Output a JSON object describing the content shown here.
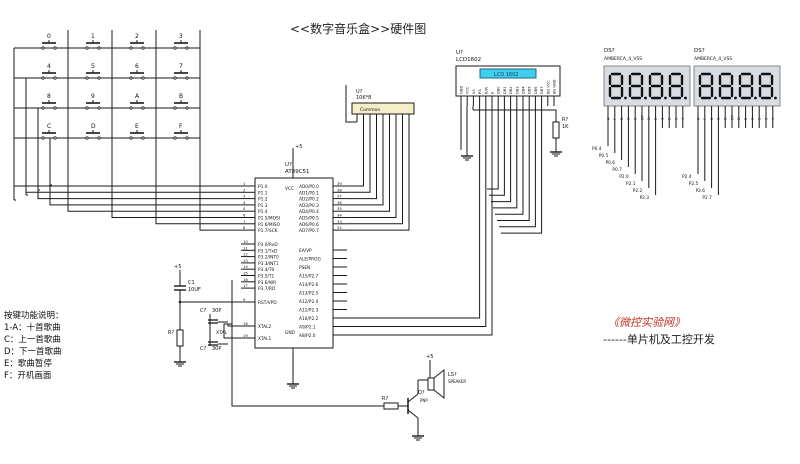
{
  "title": "<<数字音乐盒>>硬件图",
  "keypad": {
    "keys": [
      "0",
      "1",
      "2",
      "3",
      "4",
      "5",
      "6",
      "7",
      "8",
      "9",
      "A",
      "B",
      "C",
      "D",
      "E",
      "F"
    ]
  },
  "mcu": {
    "ref": "U?",
    "name": "AT89C51",
    "left_pins": [
      "P1.0",
      "P1.1",
      "P1.2",
      "P1.3",
      "P1.4",
      "P1.5/MOSI",
      "P1.6/MISO",
      "P1.7/SCK"
    ],
    "left_lower_pins": [
      "P3.0/RxD",
      "P3.1/TxD",
      "P3.2/INT0",
      "P3.3/INT1",
      "P3.4/T0",
      "P3.5/T1",
      "P3.6/WR",
      "P3.7/RD"
    ],
    "right_pins": [
      "AD0/P0.0",
      "AD1/P0.1",
      "AD2/P0.2",
      "AD3/P0.3",
      "AD4/P0.4",
      "AD5/P0.5",
      "AD6/P0.6",
      "AD7/P0.7"
    ],
    "right_lower_pins": [
      "EA/VP",
      "ALE/PROG",
      "PSEN",
      "A15/P2.7",
      "A14/P2.6",
      "A13/P2.5",
      "A12/P2.4",
      "A11/P2.3",
      "A10/P2.2",
      "A9/P2.1",
      "A8/P2.0"
    ],
    "misc": [
      "RST/VPD",
      "XTAL2",
      "XTAL1",
      "GND",
      "VCC"
    ]
  },
  "resnet": {
    "ref": "U?",
    "name": "10K*8",
    "label": "Common"
  },
  "lcd": {
    "ref": "U?",
    "name": "LCD1602",
    "screen": "LCD 1602",
    "pins": [
      "GND",
      "VCC",
      "V0",
      "RS",
      "R/W",
      "E",
      "DB0",
      "DB1",
      "DB2",
      "DB3",
      "DB4",
      "DB5",
      "DB6",
      "DB7",
      "BG VCC",
      "BG GND"
    ]
  },
  "displays": [
    {
      "ref": "DS?",
      "name": "AMBERCA_4_VSS",
      "digits": [
        "8.",
        "8.",
        "8.",
        "8."
      ],
      "net_labels": [
        "P0.4",
        "P0.5",
        "P0.6",
        "P0.7",
        "P2.0",
        "P2.1",
        "P2.2",
        "P2.3"
      ]
    },
    {
      "ref": "DS?",
      "name": "AMBERCA_4_VSS",
      "digits": [
        "8.",
        "8.",
        "8.",
        "8."
      ],
      "net_labels": [
        "P2.4",
        "P2.5",
        "P2.6",
        "P2.7"
      ]
    }
  ],
  "components": {
    "c1": "C1",
    "c1_val": "10UF",
    "r1": "R?",
    "c_a": "C?",
    "c_a_val": "30P",
    "c_b": "C?",
    "c_b_val": "30P",
    "crystal": "XTAL",
    "r_lcd": "R?",
    "r_lcd_val": "1K",
    "r_buzz": "R?",
    "q": "Q?",
    "q_type": "PNP",
    "ls": "LS?",
    "ls_name": "SPEAKER",
    "vcc": "+5"
  },
  "notes": {
    "heading": "按键功能说明：",
    "lines": [
      "1-A：十首歌曲",
      "C：上一首歌曲",
      "D：下一首歌曲",
      "E：歌曲暂停",
      "F：开机画面"
    ]
  },
  "brand": {
    "name": "《微控实验网》",
    "subtitle": "------单片机及工控开发"
  },
  "colors": {
    "wire": "#1a1a1a",
    "seg": "#111111",
    "display_bg": "#d8dde4",
    "lcd_screen": "#3fd0f0"
  }
}
